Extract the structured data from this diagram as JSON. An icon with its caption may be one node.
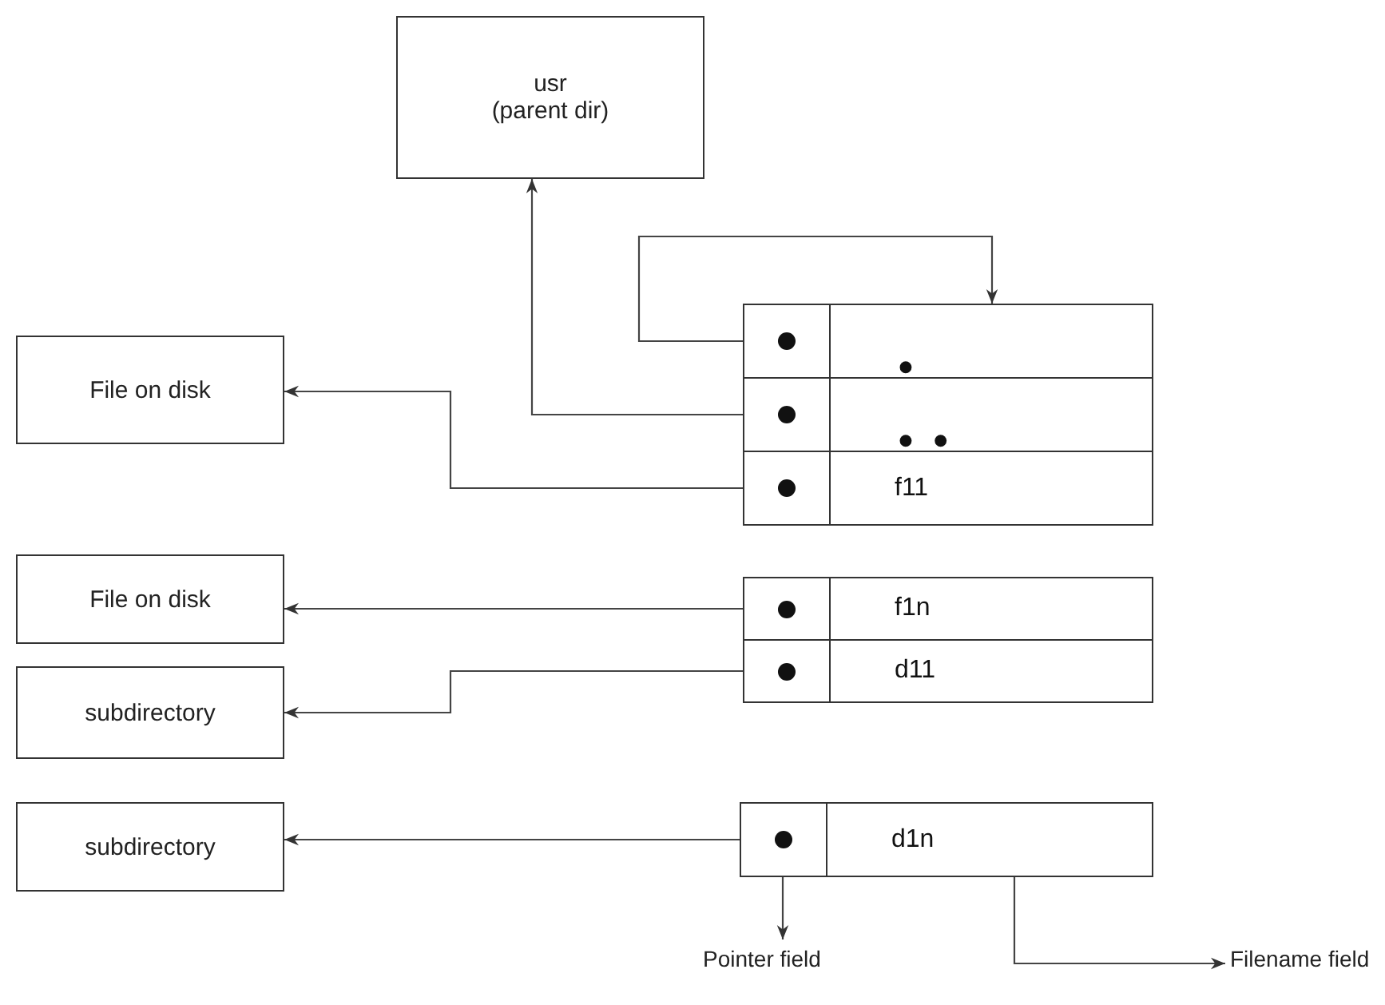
{
  "diagram": {
    "nodes": [
      {
        "text": [
          "usr",
          "(parent dir)"
        ]
      },
      {
        "text": [
          "File on disk"
        ]
      },
      {
        "text": [
          "File on disk"
        ]
      },
      {
        "text": [
          "subdirectory"
        ]
      },
      {
        "text": [
          "subdirectory"
        ]
      },
      {
        "text": [
          "."
        ]
      },
      {
        "text": [
          ".."
        ]
      },
      {
        "text": [
          "f11"
        ]
      },
      {
        "text": [
          "f1n"
        ]
      },
      {
        "text": [
          "d11"
        ]
      },
      {
        "text": [
          "d1n"
        ]
      },
      {
        "text": [
          "Pointer field"
        ]
      },
      {
        "text": [
          "Filename field"
        ]
      }
    ],
    "edges": [
      {
        "from": 5,
        "to": 5,
        "arrow": "to"
      },
      {
        "from": 6,
        "to": 0,
        "arrow": "to"
      },
      {
        "from": 7,
        "to": 1,
        "arrow": "to"
      },
      {
        "from": 8,
        "to": 2,
        "arrow": "to"
      },
      {
        "from": 9,
        "to": 3,
        "arrow": "to"
      },
      {
        "from": 10,
        "to": 4,
        "arrow": "to"
      },
      {
        "from": 10,
        "to": 11,
        "arrow": "to"
      },
      {
        "from": 10,
        "to": 12,
        "arrow": "to"
      }
    ]
  }
}
